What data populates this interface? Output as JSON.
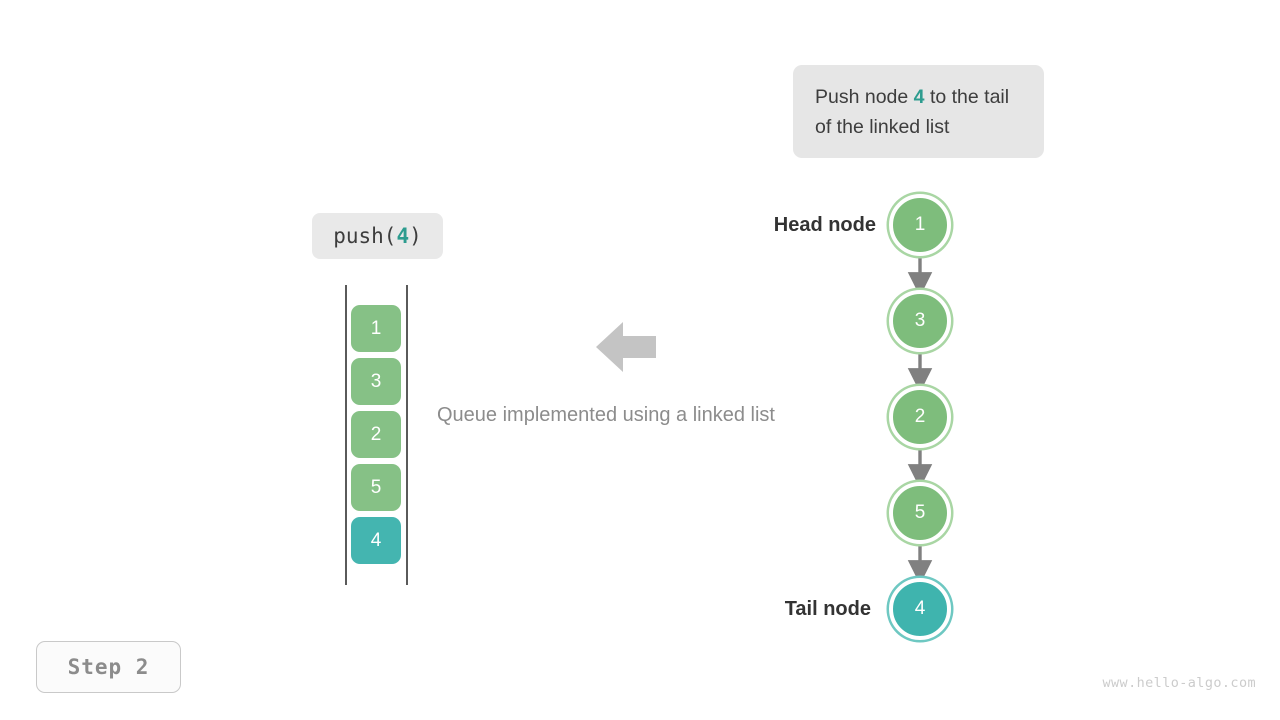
{
  "callout": {
    "text_before": "Push node ",
    "highlight": "4",
    "text_after": " to the tail of the linked list",
    "bg_color": "#e6e6e6",
    "accent_color": "#2d9c8f"
  },
  "operation": {
    "label_prefix": "push(",
    "label_arg": "4",
    "label_suffix": ")"
  },
  "queue": {
    "cells": [
      {
        "value": "1",
        "color": "#86c186",
        "state": "existing"
      },
      {
        "value": "3",
        "color": "#86c186",
        "state": "existing"
      },
      {
        "value": "2",
        "color": "#86c186",
        "state": "existing"
      },
      {
        "value": "5",
        "color": "#86c186",
        "state": "existing"
      },
      {
        "value": "4",
        "color": "#44b5b0",
        "state": "new"
      }
    ]
  },
  "center": {
    "arrow_direction": "left",
    "arrow_color": "#c4c4c4",
    "caption": "Queue implemented using a linked list"
  },
  "linked_list": {
    "head_label": "Head node",
    "tail_label": "Tail node",
    "nodes": [
      {
        "value": "1",
        "color": "#7ebd7c",
        "ring": "#a9d6a4",
        "role": "head"
      },
      {
        "value": "3",
        "color": "#7ebd7c",
        "ring": "#a9d6a4",
        "role": "middle"
      },
      {
        "value": "2",
        "color": "#7ebd7c",
        "ring": "#a9d6a4",
        "role": "middle"
      },
      {
        "value": "5",
        "color": "#7ebd7c",
        "ring": "#a9d6a4",
        "role": "middle"
      },
      {
        "value": "4",
        "color": "#3fb4ae",
        "ring": "#6ec8c2",
        "role": "tail"
      }
    ],
    "connector_color": "#808080"
  },
  "step_badge": {
    "label": "Step 2"
  },
  "watermark": {
    "text": "www.hello-algo.com"
  }
}
